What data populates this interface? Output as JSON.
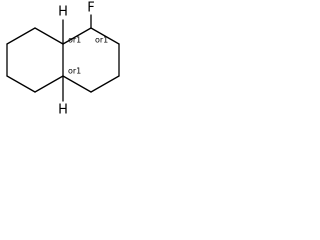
{
  "molecule": {
    "atoms": {
      "fluorine": "F",
      "hydrogen_top": "H",
      "hydrogen_bottom": "H"
    },
    "stereo_labels": {
      "c8a": "or1",
      "c1": "or1",
      "c4a": "or1"
    }
  }
}
